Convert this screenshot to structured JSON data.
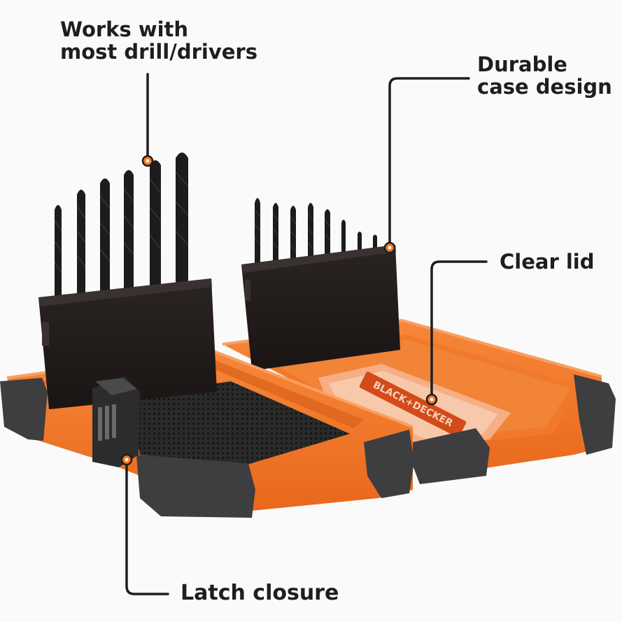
{
  "callouts": {
    "works_with": {
      "line1": "Works with",
      "line2": "most drill/drivers"
    },
    "durable_case": {
      "line1": "Durable",
      "line2": "case design"
    },
    "clear_lid": "Clear lid",
    "latch_closure": "Latch closure"
  },
  "lid_logo": "BLACK+DECKER",
  "colors": {
    "background": "#fafafa",
    "case_orange": "#f47920",
    "case_orange_shade": "#d9611a",
    "bumper_gray": "#3e3e40",
    "drill_black": "#1c1c1c",
    "callout_line": "#1e1e1e",
    "marker_dot": "#f47920"
  }
}
